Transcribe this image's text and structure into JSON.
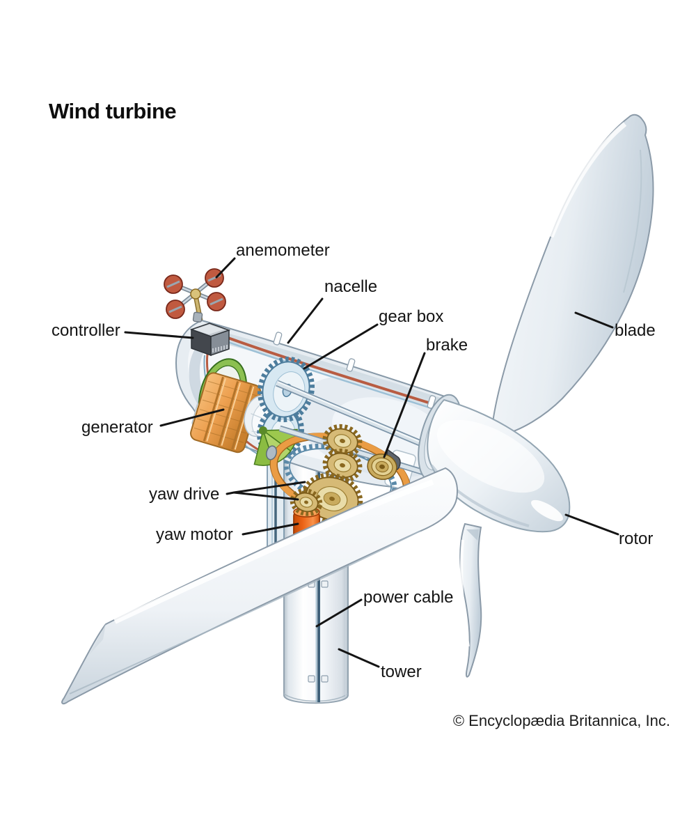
{
  "title": "Wind turbine",
  "credit": "© Encyclopædia Britannica, Inc.",
  "labels": {
    "anemometer": "anemometer",
    "nacelle": "nacelle",
    "gear_box": "gear box",
    "brake": "brake",
    "blade": "blade",
    "controller": "controller",
    "generator": "generator",
    "yaw_drive": "yaw drive",
    "yaw_motor": "yaw motor",
    "rotor": "rotor",
    "power_cable": "power cable",
    "tower": "tower"
  },
  "colors": {
    "label_text": "#141414",
    "leader_line": "#141414",
    "shell_light_blue": "#e7edf2",
    "outline_gray": "#8799a8",
    "generator_orange": "#eda050",
    "yaw_motor_orange": "#ec6316",
    "yaw_ring_orange": "#ea9c44",
    "gear_brass": "#d6ba76",
    "gear_blue": "#d7e8f2",
    "cable_red": "#b85c42",
    "cable_dark_blue": "#41627a",
    "green_ring": "#8cc051",
    "anemometer_cup_red": "#c05a40"
  }
}
